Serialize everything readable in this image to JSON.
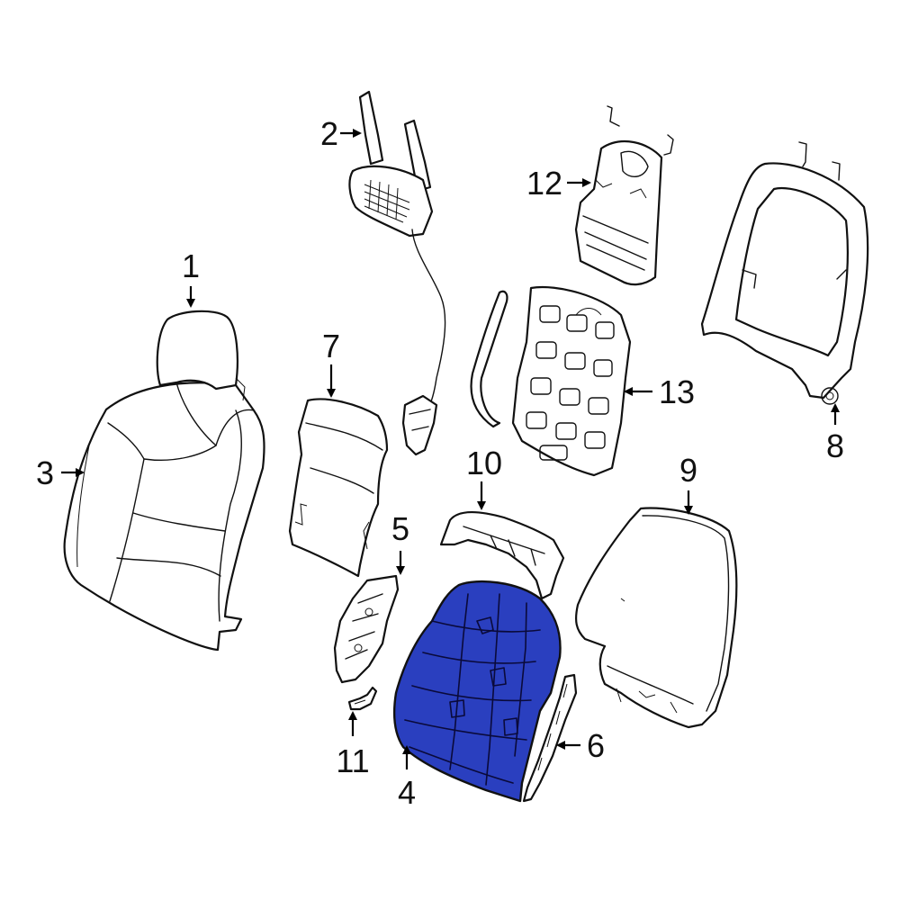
{
  "callouts": [
    {
      "id": "1",
      "label": "1"
    },
    {
      "id": "2",
      "label": "2"
    },
    {
      "id": "3",
      "label": "3"
    },
    {
      "id": "4",
      "label": "4"
    },
    {
      "id": "5",
      "label": "5"
    },
    {
      "id": "6",
      "label": "6"
    },
    {
      "id": "7",
      "label": "7"
    },
    {
      "id": "8",
      "label": "8"
    },
    {
      "id": "9",
      "label": "9"
    },
    {
      "id": "10",
      "label": "10"
    },
    {
      "id": "11",
      "label": "11"
    },
    {
      "id": "12",
      "label": "12"
    },
    {
      "id": "13",
      "label": "13"
    }
  ],
  "highlight": {
    "part": "4",
    "color": "#2a3fbf"
  },
  "colors": {
    "line": "#111111",
    "background": "#ffffff"
  }
}
